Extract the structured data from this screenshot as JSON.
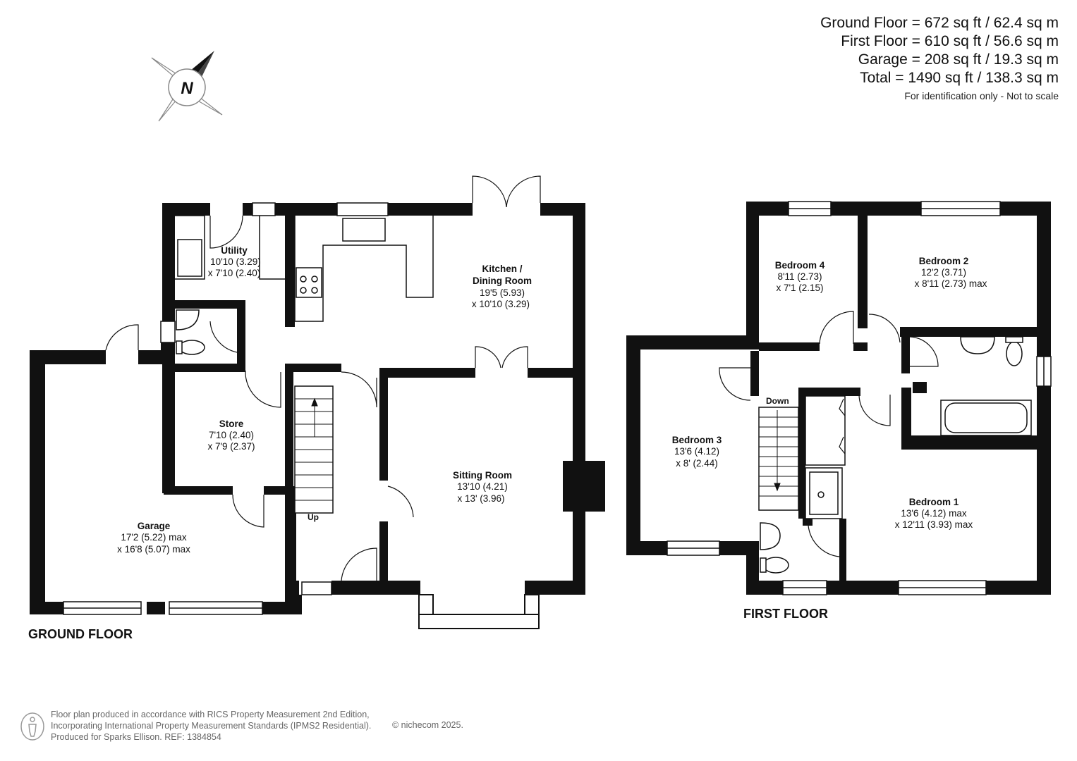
{
  "areas": {
    "ground": "Ground Floor = 672 sq ft / 62.4 sq m",
    "first": "First Floor = 610 sq ft / 56.6 sq m",
    "garage": "Garage = 208 sq ft / 19.3 sq m",
    "total": "Total = 1490 sq ft / 138.3 sq m",
    "note": "For identification only - Not to scale"
  },
  "compass": {
    "label": "N",
    "icon": "compass-north-icon"
  },
  "floors": {
    "ground": "GROUND FLOOR",
    "first": "FIRST FLOOR"
  },
  "stairs": {
    "up": "Up",
    "down": "Down"
  },
  "rooms": {
    "utility": {
      "name": "Utility",
      "dim1": "10'10 (3.29)",
      "dim2": "x 7'10 (2.40)"
    },
    "kitchen": {
      "name1": "Kitchen /",
      "name2": "Dining Room",
      "dim1": "19'5 (5.93)",
      "dim2": "x 10'10 (3.29)"
    },
    "store": {
      "name": "Store",
      "dim1": "7'10 (2.40)",
      "dim2": "x 7'9 (2.37)"
    },
    "sitting": {
      "name": "Sitting Room",
      "dim1": "13'10 (4.21)",
      "dim2": "x 13' (3.96)"
    },
    "garage": {
      "name": "Garage",
      "dim1": "17'2 (5.22) max",
      "dim2": "x 16'8 (5.07) max"
    },
    "bedroom4": {
      "name": "Bedroom 4",
      "dim1": "8'11 (2.73)",
      "dim2": "x 7'1 (2.15)"
    },
    "bedroom2": {
      "name": "Bedroom 2",
      "dim1": "12'2 (3.71)",
      "dim2": "x 8'11 (2.73) max"
    },
    "bedroom3": {
      "name": "Bedroom 3",
      "dim1": "13'6 (4.12)",
      "dim2": "x 8' (2.44)"
    },
    "bedroom1": {
      "name": "Bedroom 1",
      "dim1": "13'6 (4.12) max",
      "dim2": "x 12'11 (3.93) max"
    }
  },
  "footer": {
    "line1": "Floor plan produced in accordance with RICS Property Measurement 2nd Edition,",
    "line2": "Incorporating International Property Measurement Standards (IPMS2 Residential).",
    "line3": "Produced for Sparks Ellison.   REF: 1384854",
    "copyright": "© nichecom 2025."
  }
}
